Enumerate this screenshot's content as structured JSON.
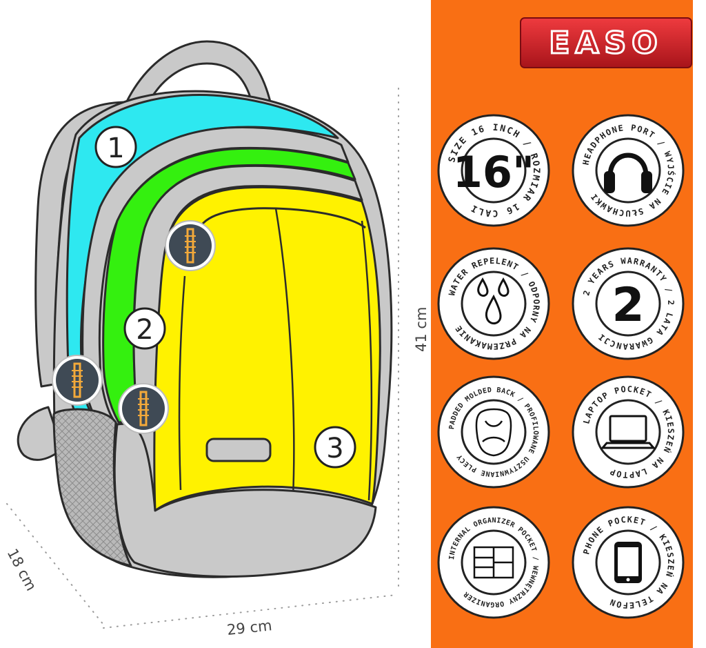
{
  "logo": {
    "text": "EASO"
  },
  "callouts": {
    "c1": "1",
    "c2": "2",
    "c3": "3"
  },
  "dimensions": {
    "width": "29 cm",
    "height": "41 cm",
    "depth": "18 cm"
  },
  "badges": {
    "size": {
      "ring": "SIZE 16 INCH / ROZMIAR 16 CALI",
      "value": "16\""
    },
    "headphone": {
      "ring": "HEADPHONE PORT / WYJŚCIE NA SŁUCHAWKI"
    },
    "water": {
      "ring": "WATER REPELENT / ODPORNY NA PRZEMAKANIE"
    },
    "warranty": {
      "ring": "2 YEARS WARRANTY / 2 LATA GWARANCJI",
      "value": "2"
    },
    "back": {
      "ring": "PADDED MOLDED BACK / PROFILOWANE USZTYWNIANE PLECY"
    },
    "laptop": {
      "ring": "LAPTOP POCKET / KIESZEŃ NA LAPTOP"
    },
    "organizer": {
      "ring": "INTERNAL ORGANIZER POCKET / WEWNĘTRZNY ORGANIZER"
    },
    "phone": {
      "ring": "PHONE POCKET / KIESZEŃ NA TELEFON"
    }
  },
  "colors": {
    "panel": "#f96f14",
    "cyan": "#2ee8f0",
    "green": "#34f00f",
    "yellow": "#fff200",
    "grey": "#c9c9c9",
    "outline": "#2b2b2b",
    "logoRed": "#d41f27"
  }
}
